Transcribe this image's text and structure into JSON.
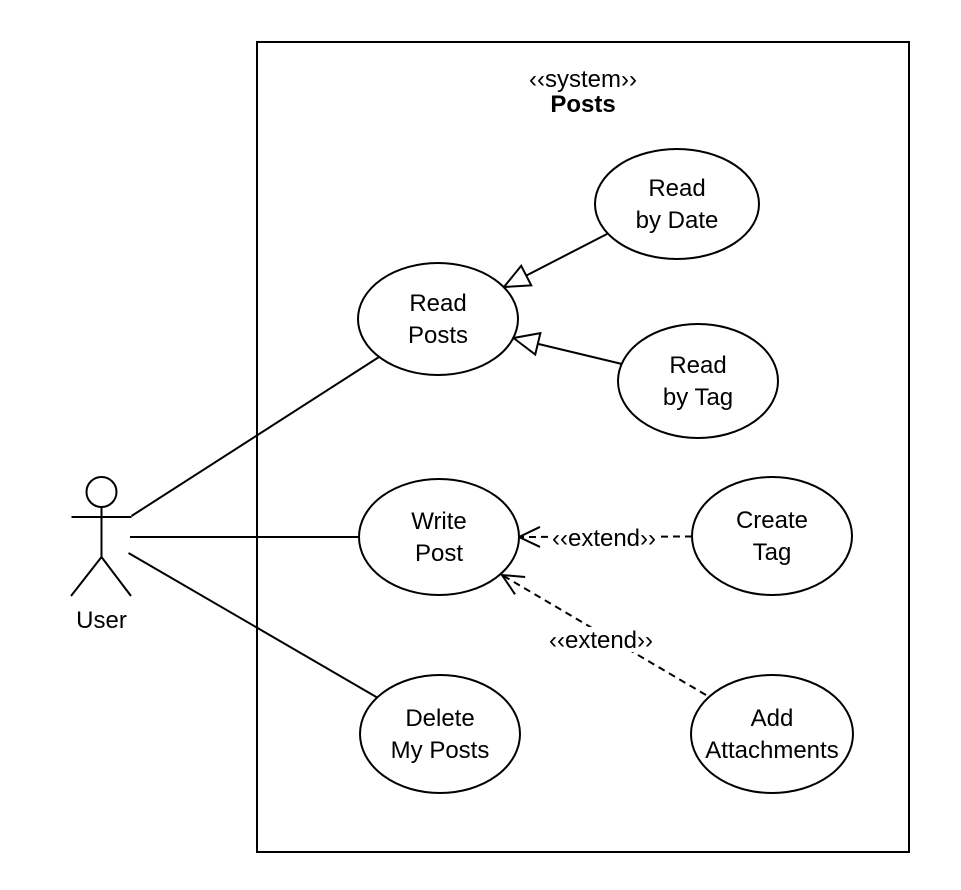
{
  "diagram": {
    "type": "uml-use-case-diagram",
    "system": {
      "stereotype": "‹‹system››",
      "name": "Posts"
    },
    "actor": {
      "name": "User"
    },
    "use_cases": {
      "read_by_date": {
        "line1": "Read",
        "line2": "by Date"
      },
      "read_posts": {
        "line1": "Read",
        "line2": "Posts"
      },
      "read_by_tag": {
        "line1": "Read",
        "line2": "by Tag"
      },
      "write_post": {
        "line1": "Write",
        "line2": "Post"
      },
      "create_tag": {
        "line1": "Create",
        "line2": "Tag"
      },
      "delete_my_posts": {
        "line1": "Delete",
        "line2": "My Posts"
      },
      "add_attachments": {
        "line1": "Add",
        "line2": "Attachments"
      }
    },
    "labels": {
      "extend_create_tag": "‹‹extend››",
      "extend_add_attachments": "‹‹extend››"
    },
    "relationships": [
      {
        "type": "association",
        "from": "User",
        "to": "Read Posts"
      },
      {
        "type": "association",
        "from": "User",
        "to": "Write Post"
      },
      {
        "type": "association",
        "from": "User",
        "to": "Delete My Posts"
      },
      {
        "type": "generalization",
        "from": "Read by Date",
        "to": "Read Posts"
      },
      {
        "type": "generalization",
        "from": "Read by Tag",
        "to": "Read Posts"
      },
      {
        "type": "extend",
        "from": "Create Tag",
        "to": "Write Post",
        "label": "‹‹extend››"
      },
      {
        "type": "extend",
        "from": "Add Attachments",
        "to": "Write Post",
        "label": "‹‹extend››"
      }
    ],
    "colors": {
      "stroke": "#000000",
      "fill": "#ffffff",
      "background": "#ffffff"
    }
  }
}
